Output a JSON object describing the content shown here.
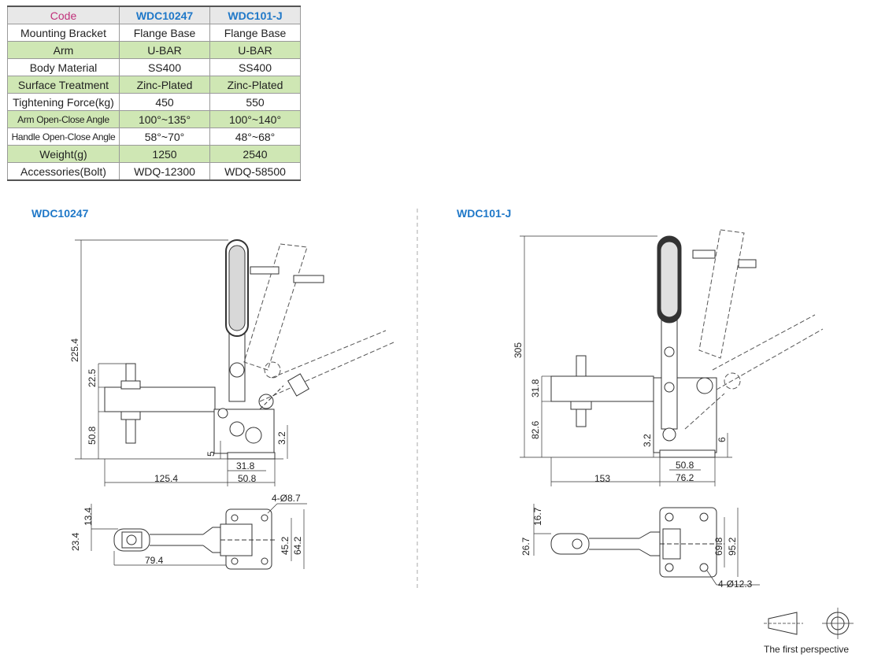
{
  "table": {
    "header": {
      "label": "Code",
      "m1": "WDC10247",
      "m2": "WDC101-J"
    },
    "rows": [
      {
        "label": "Mounting Bracket",
        "m1": "Flange Base",
        "m2": "Flange Base"
      },
      {
        "label": "Arm",
        "m1": "U-BAR",
        "m2": "U-BAR"
      },
      {
        "label": "Body Material",
        "m1": "SS400",
        "m2": "SS400"
      },
      {
        "label": "Surface Treatment",
        "m1": "Zinc-Plated",
        "m2": "Zinc-Plated"
      },
      {
        "label": "Tightening Force(kg)",
        "m1": "450",
        "m2": "550"
      },
      {
        "label": "Arm Open-Close Angle",
        "m1": "100°~135°",
        "m2": "100°~140°"
      },
      {
        "label": "Handle Open-Close Angle",
        "m1": "58°~70°",
        "m2": "48°~68°"
      },
      {
        "label": "Weight(g)",
        "m1": "1250",
        "m2": "2540"
      },
      {
        "label": "Accessories(Bolt)",
        "m1": "WDQ-12300",
        "m2": "WDQ-58500"
      }
    ]
  },
  "drawing1": {
    "title": "WDC10247",
    "dims": {
      "h_total": "225.4",
      "d22": "22.5",
      "d50": "50.8",
      "d5": "5",
      "d3": "3.2",
      "d318": "31.8",
      "d508": "50.8",
      "d1254": "125.4",
      "d134": "13.4",
      "d234": "23.4",
      "d794": "79.4",
      "d452": "45.2",
      "d642": "64.2",
      "hole": "4-Ø8.7"
    }
  },
  "drawing2": {
    "title": "WDC101-J",
    "dims": {
      "h_total": "305",
      "d318": "31.8",
      "d826": "82.6",
      "d32": "3.2",
      "d6": "6",
      "d508": "50.8",
      "d762": "76.2",
      "d153": "153",
      "d167": "16.7",
      "d267": "26.7",
      "d698": "69.8",
      "d952": "95.2",
      "hole": "4-Ø12.3"
    }
  },
  "perspective_label": "The first perspective",
  "colors": {
    "accent": "#1f78c8",
    "code_label": "#c0307a",
    "row_green": "#cfe7b4"
  }
}
